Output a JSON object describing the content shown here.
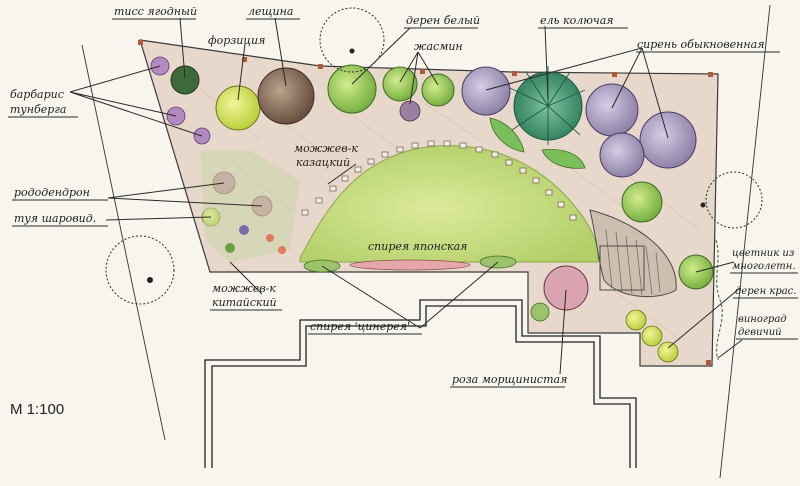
{
  "scale": "М 1:100",
  "labels": {
    "tiss": "тисс ягодный",
    "leshina": "лещина",
    "forzitsiya": "форзиция",
    "deren_bely": "дерен белый",
    "zhasmin": "жасмин",
    "el_kolyuchaya": "ель колючая",
    "siren": "сирень обыкновенная",
    "barbaris_1": "барбарис",
    "barbaris_2": "тунберга",
    "mozhzhevelnik_kazatsky_1": "можжев-к",
    "mozhzhevelnik_kazatsky_2": "казацкий",
    "rododendron": "рододендрон",
    "tuya": "туя шаровид.",
    "spireya_yaponskaya": "спирея японская",
    "mozhzhevelnik_kitaisky_1": "можжев-к",
    "mozhzhevelnik_kitaisky_2": "китайский",
    "spireya_tsinereya": "спирея 'цинерея'",
    "roza": "роза морщинистая",
    "tsvetnik_1": "цветник из",
    "tsvetnik_2": "многолетн.",
    "deren_krasny": "дерен крас.",
    "vinograd_1": "виноград",
    "vinograd_2": "девичий"
  },
  "colors": {
    "paper": "#f7f5ee",
    "lawn": "#c9dd8a",
    "ground": "#e8d8cc",
    "ink": "#2a2a2a"
  }
}
